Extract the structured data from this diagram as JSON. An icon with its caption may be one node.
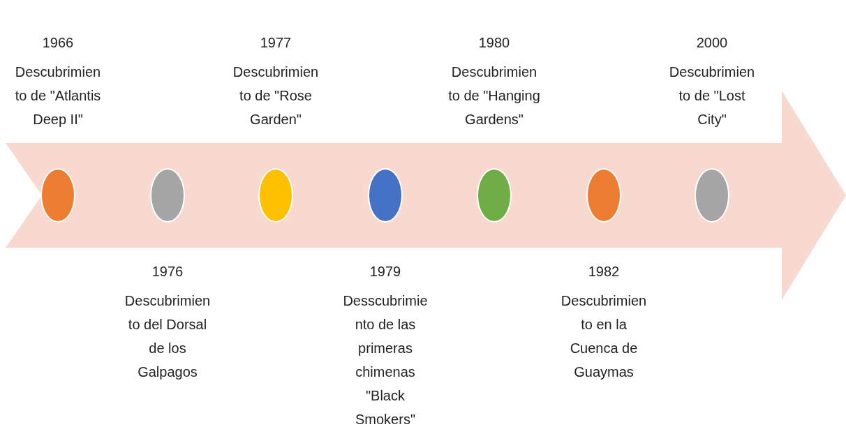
{
  "diagram": {
    "nodes": [
      {
        "text": [],
        "shape": "arrow"
      },
      {
        "text": [],
        "shape": "circle",
        "in": 0,
        "beside": [
          "1966",
          "Descubrimien to de \"Atlantis Deep II\""
        ]
      },
      {
        "text": [],
        "shape": "circle",
        "in": 0,
        "beside": [
          "1976",
          "Descubrimien to del Dorsal de los Galpagos"
        ]
      },
      {
        "text": [],
        "shape": "circle",
        "in": 0,
        "beside": [
          "1977",
          "Descubrimien to de \"Rose Garden\""
        ]
      },
      {
        "text": [],
        "shape": "circle",
        "in": 0,
        "beside": [
          "1979",
          "Desscubrimie nto de las primeras chimenas \"Black Smokers\""
        ]
      },
      {
        "text": [],
        "shape": "circle",
        "in": 0,
        "beside": [
          "1980",
          "Descubrimien to de \"Hanging Gardens\""
        ]
      },
      {
        "text": [],
        "shape": "circle",
        "in": 0,
        "beside": [
          "1982",
          "Descubrimien to en la Cuenca de Guaymas"
        ]
      },
      {
        "text": [],
        "shape": "circle",
        "in": 0,
        "beside": [
          "2000",
          "Descubrimien to de \"Lost City\""
        ]
      }
    ],
    "edges": []
  }
}
